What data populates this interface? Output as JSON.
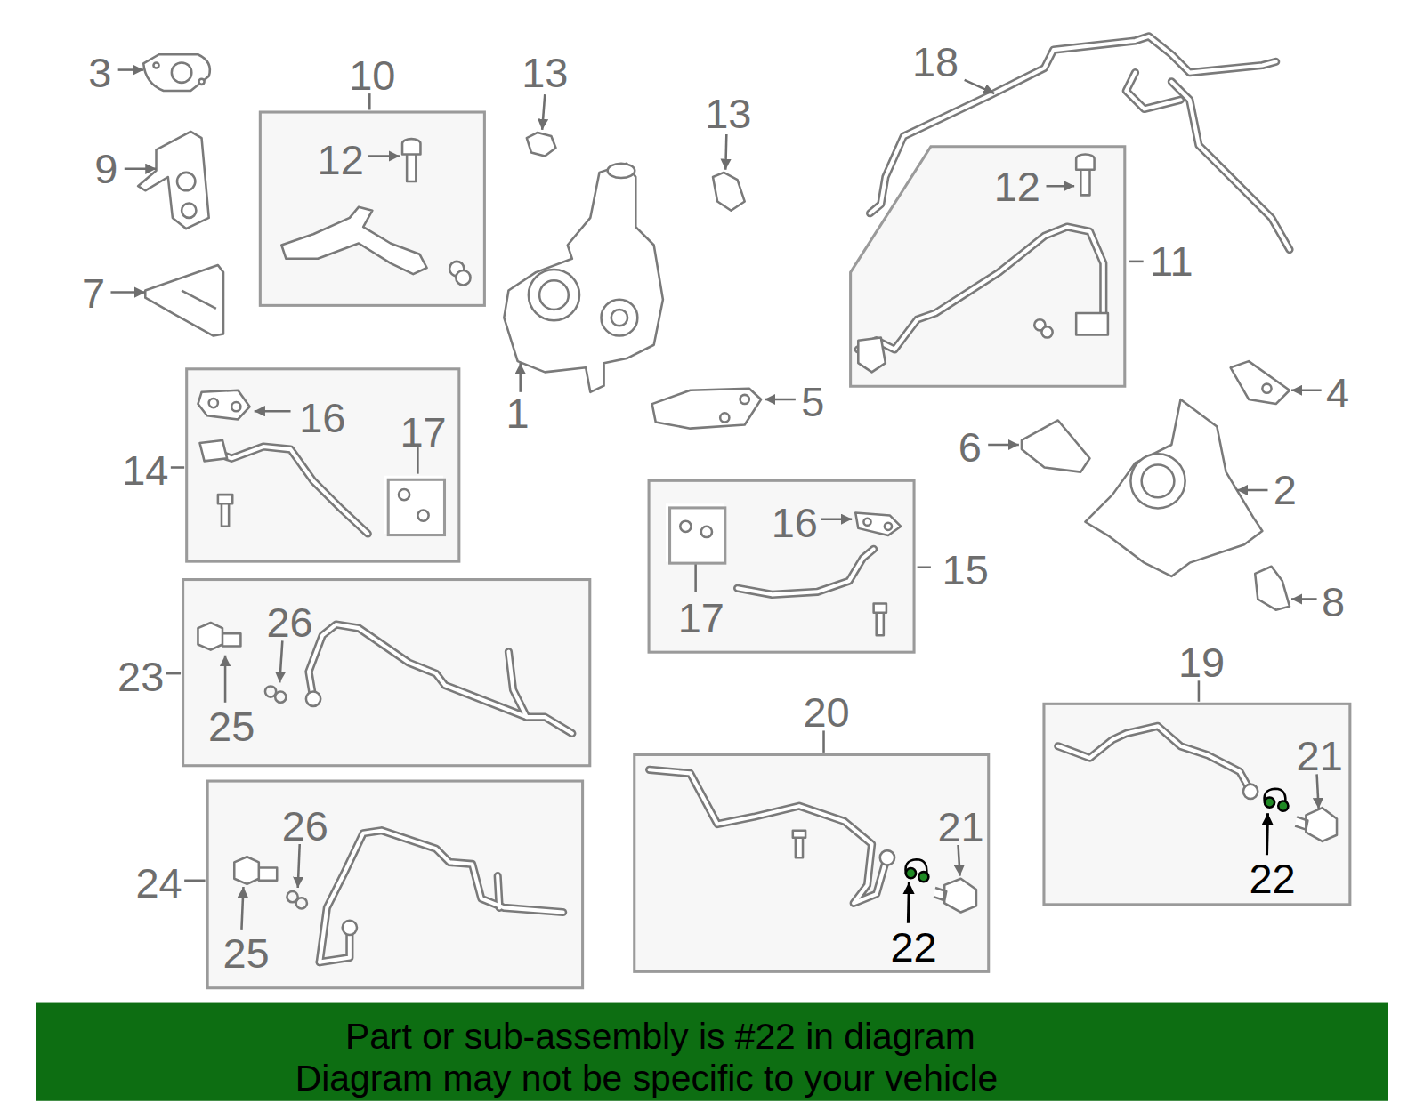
{
  "diagram": {
    "nodes": [
      {
        "text": [
          "10",
          "12"
        ]
      },
      {
        "text": [
          "11",
          "12"
        ]
      },
      {
        "text": [
          "14",
          "16"
        ]
      },
      {
        "text": [
          "17"
        ],
        "in": 2
      },
      {
        "text": [
          "15",
          "16"
        ]
      },
      {
        "text": [
          "17"
        ],
        "in": 4
      },
      {
        "text": [
          "23",
          "26",
          "25"
        ]
      },
      {
        "text": [
          "19",
          "21",
          "22"
        ]
      },
      {
        "text": [
          "20",
          "21",
          "22"
        ]
      },
      {
        "text": [
          "24",
          "26",
          "25"
        ]
      },
      {
        "text": [
          "Part or sub-assembly is #22 in diagram",
          "Diagram may not be specific to your vehicle"
        ]
      }
    ],
    "labels": [
      "3",
      "13",
      "13",
      "18",
      "9",
      "7",
      "1",
      "5",
      "4",
      "6",
      "2",
      "8"
    ]
  }
}
